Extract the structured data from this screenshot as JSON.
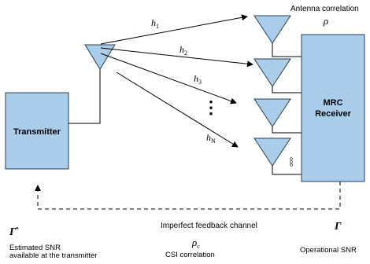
{
  "labels": {
    "antenna_correlation": "Antenna correlation",
    "rho": "ρ",
    "mrc_line1": "MRC",
    "mrc_line2": "Receiver",
    "transmitter": "Transmitter",
    "h1_base": "h",
    "h1_sub": "1",
    "h2_base": "h",
    "h2_sub": "2",
    "h3_base": "h",
    "h3_sub": "3",
    "hN_base": "h",
    "hN_sub": "N",
    "vertical_dots": "⋮",
    "small_dots": "ooo",
    "gamma_hat": "Γ̂",
    "gamma": "Γ",
    "feedback": "Imperfect feedback channel",
    "rho_c_base": "ρ",
    "rho_c_sub": "c",
    "estimated_snr_1": "Estimated SNR",
    "estimated_snr_2": "available at the transmitter",
    "csi_correlation": "CSI correlation",
    "operational_snr": "Operational SNR"
  }
}
